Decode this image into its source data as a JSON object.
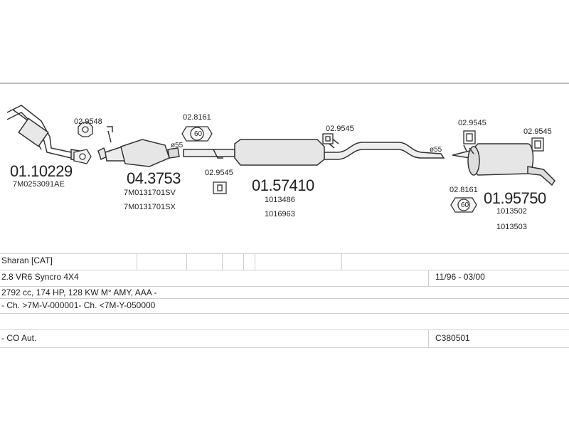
{
  "parts": [
    {
      "id": "p1",
      "number": "01.10229",
      "oem": [
        "7M0253091AE"
      ]
    },
    {
      "id": "p2",
      "number": "04.3753",
      "oem": [
        "7M0131701SV",
        "7M0131701SX"
      ]
    },
    {
      "id": "p3",
      "number": "01.57410",
      "oem": [
        "1013486",
        "1016963"
      ]
    },
    {
      "id": "p4",
      "number": "01.95750",
      "oem": [
        "1013502",
        "1013503"
      ]
    }
  ],
  "small_parts": [
    {
      "id": "s1",
      "number": "02.9548"
    },
    {
      "id": "s2",
      "number": "02.8161",
      "ring": "60"
    },
    {
      "id": "s3",
      "number": "02.9545"
    },
    {
      "id": "s4",
      "number": "02.9545"
    },
    {
      "id": "s5",
      "number": "02.9545"
    },
    {
      "id": "s6",
      "number": "02.9545"
    },
    {
      "id": "s7",
      "number": "02.8161",
      "ring": "60"
    }
  ],
  "diameters": [
    "ø55",
    "ø55"
  ],
  "table": {
    "model": "Sharan  [CAT]",
    "engine": "2.8 VR6 Syncro 4X4",
    "years": "11/96 - 03/00",
    "specs": "2792 cc, 174 HP, 128 KW M° AMY, AAA -",
    "chassis": "- Ch. >7M-V-000001- Ch. <7M-Y-050000",
    "emission": "- CO Aut.",
    "code": "C380501"
  }
}
